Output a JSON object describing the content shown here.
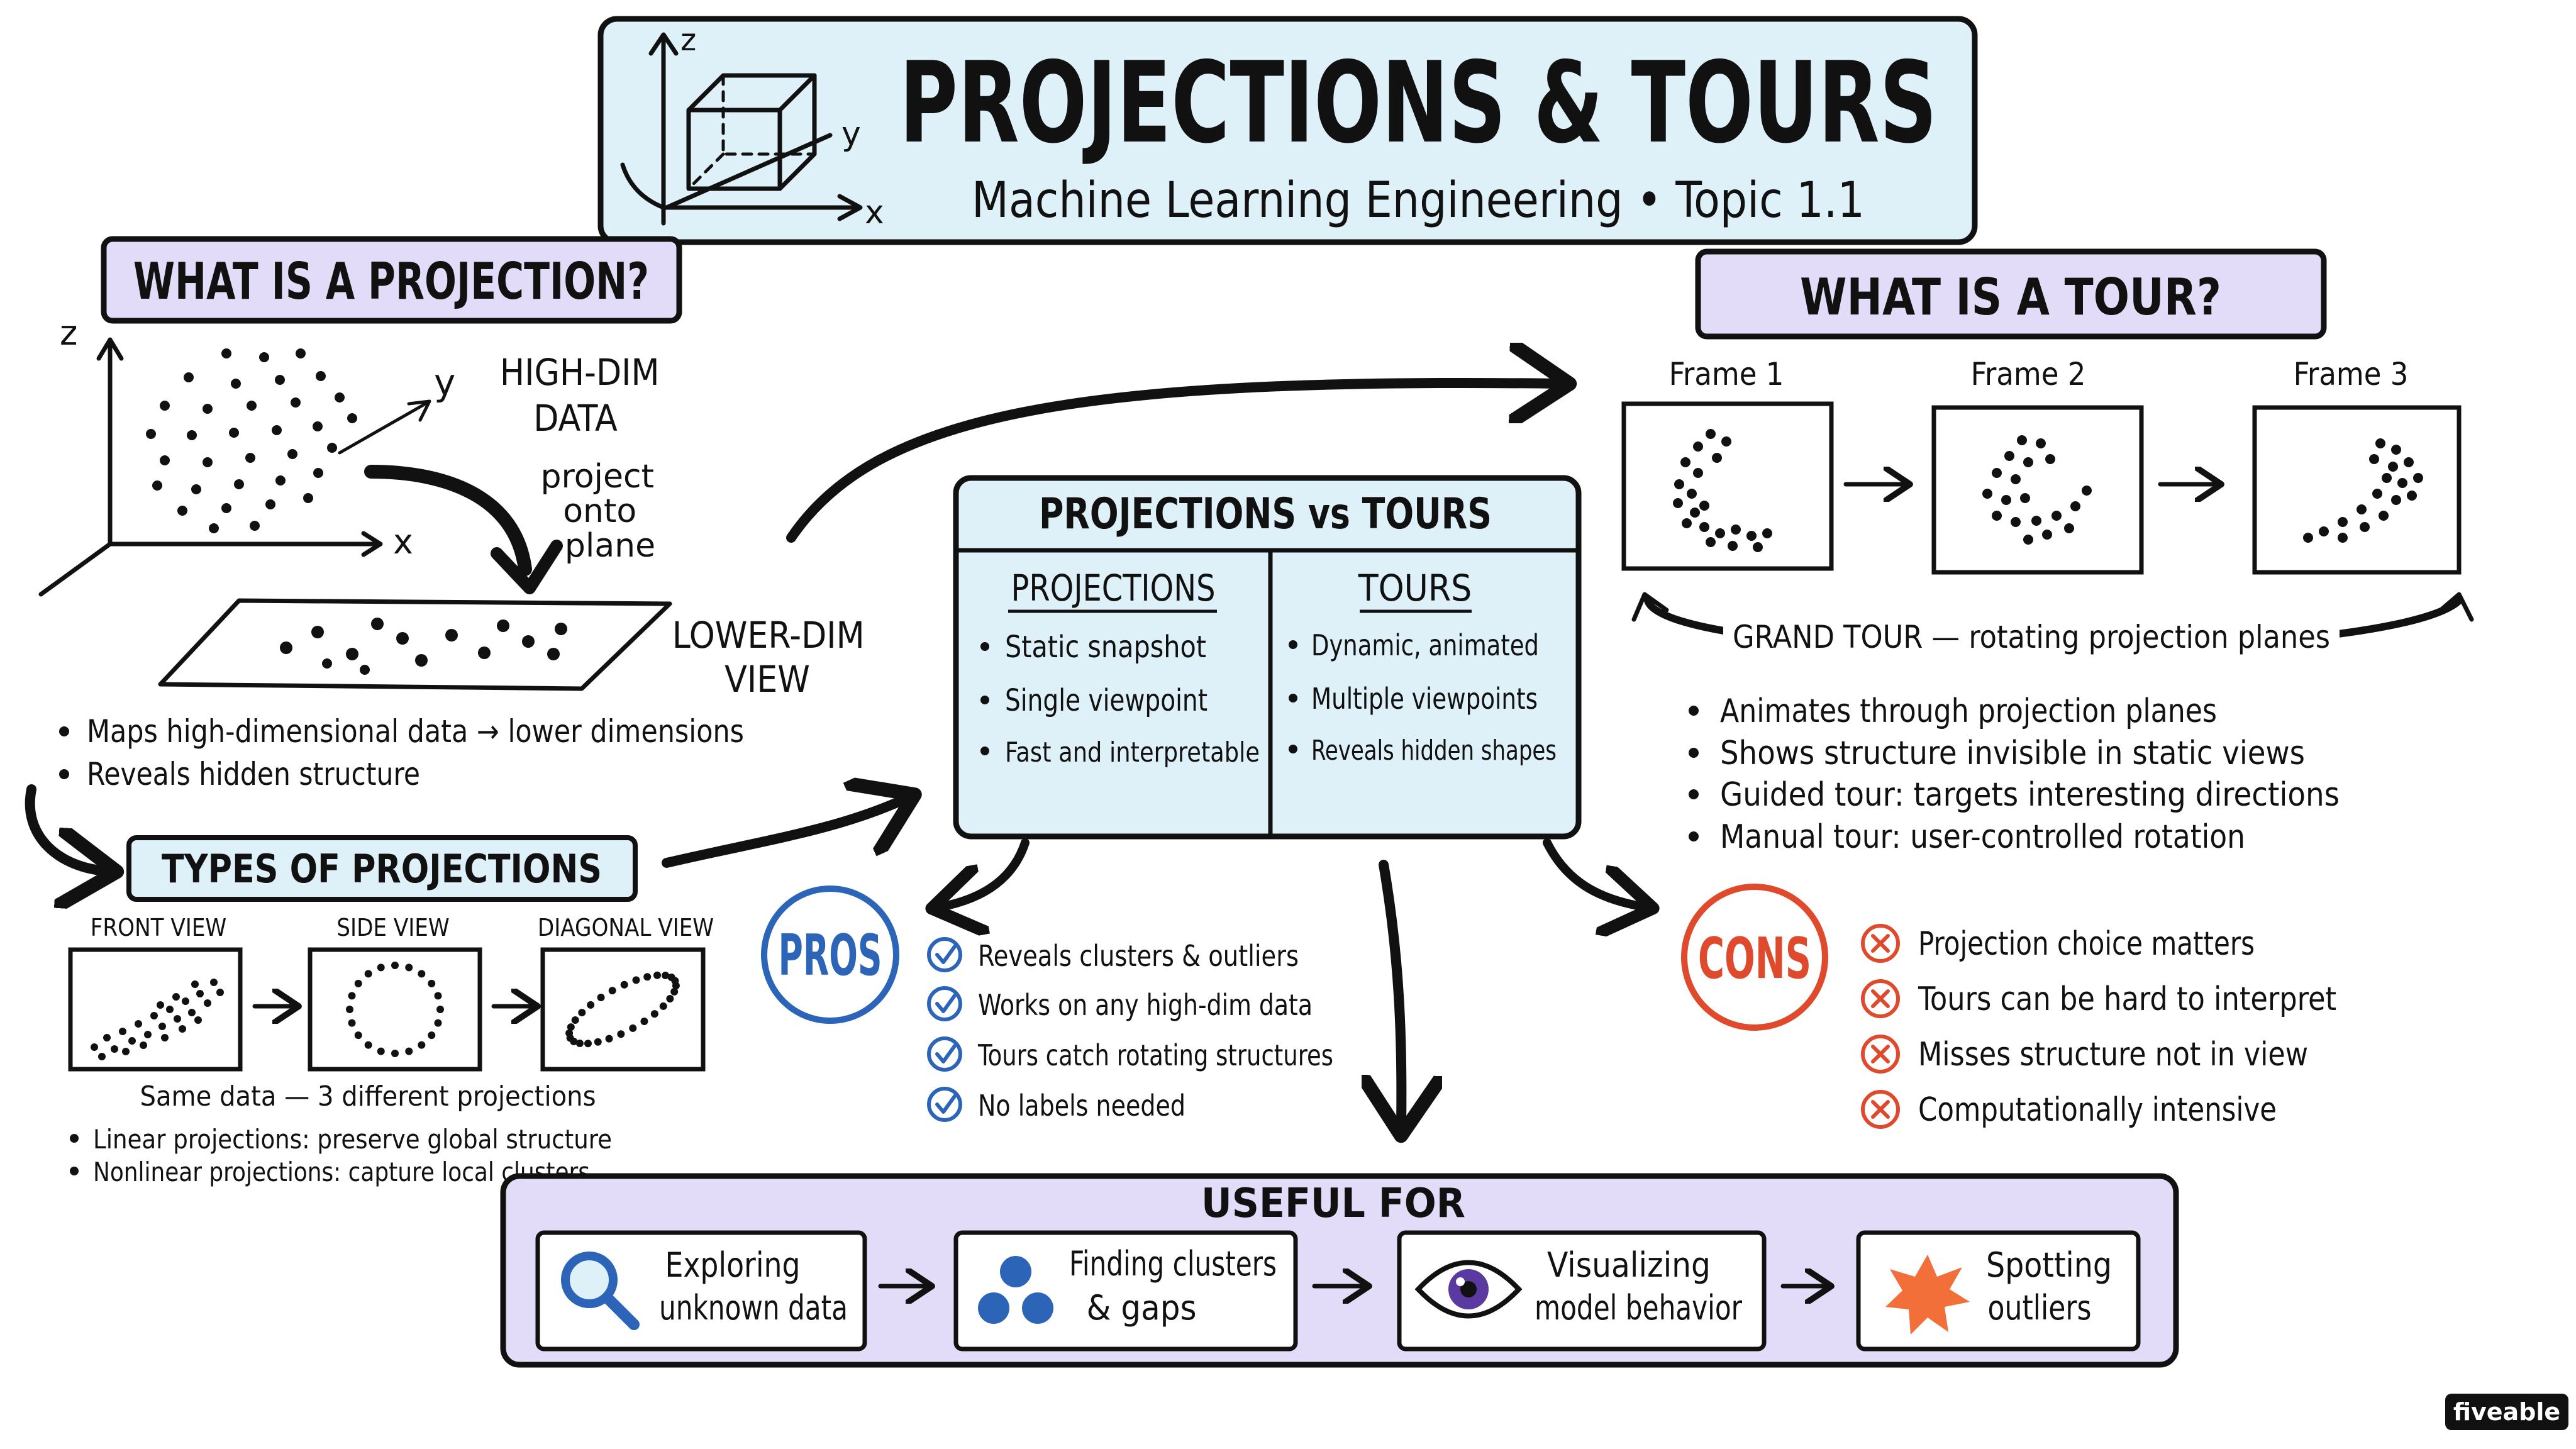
{
  "header": {
    "title": "PROJECTIONS & TOURS",
    "subtitle": "Machine Learning Engineering • Topic 1.1",
    "axis_x": "x",
    "axis_y": "y",
    "axis_z": "z"
  },
  "projection": {
    "heading": "WHAT IS A PROJECTION?",
    "axis_x": "x",
    "axis_y": "y",
    "axis_z": "z",
    "high_dim_label": [
      "HIGH-DIM",
      "DATA"
    ],
    "project_label": [
      "project",
      "onto",
      "plane"
    ],
    "lower_dim_label": [
      "LOWER-DIM",
      "VIEW"
    ],
    "bullets": [
      "Maps high-dimensional data → lower dimensions",
      "Reveals hidden structure"
    ]
  },
  "types": {
    "heading": "TYPES OF PROJECTIONS",
    "views": [
      "FRONT VIEW",
      "SIDE VIEW",
      "DIAGONAL VIEW"
    ],
    "caption": "Same data — 3 different projections",
    "bullets": [
      "Linear projections: preserve global structure",
      "Nonlinear projections: capture local clusters"
    ]
  },
  "compare": {
    "title": "PROJECTIONS vs TOURS",
    "left_heading": "PROJECTIONS",
    "left_items": [
      "Static snapshot",
      "Single viewpoint",
      "Fast and interpretable"
    ],
    "right_heading": "TOURS",
    "right_items": [
      "Dynamic, animated",
      "Multiple viewpoints",
      "Reveals hidden shapes"
    ]
  },
  "tour": {
    "heading": "WHAT IS A TOUR?",
    "frames": [
      "Frame 1",
      "Frame 2",
      "Frame 3"
    ],
    "grand_tour": "GRAND TOUR — rotating projection planes",
    "bullets": [
      "Animates through projection planes",
      "Shows structure invisible in static views",
      "Guided tour: targets interesting directions",
      "Manual tour: user-controlled rotation"
    ]
  },
  "pros": {
    "label": "PROS",
    "items": [
      "Reveals clusters & outliers",
      "Works on any high-dim data",
      "Tours catch rotating structures",
      "No labels needed"
    ],
    "color": "#2c64b8"
  },
  "cons": {
    "label": "CONS",
    "items": [
      "Projection choice matters",
      "Tours can be hard to interpret",
      "Misses structure not in view",
      "Computationally intensive"
    ],
    "color": "#e04a2c"
  },
  "useful": {
    "heading": "USEFUL FOR",
    "items": [
      {
        "line1": "Exploring",
        "line2": "unknown data",
        "icon": "magnifier-icon"
      },
      {
        "line1": "Finding clusters",
        "line2": "& gaps",
        "icon": "clusters-icon"
      },
      {
        "line1": "Visualizing",
        "line2": "model behavior",
        "icon": "eye-icon"
      },
      {
        "line1": "Spotting",
        "line2": "outliers",
        "icon": "starburst-icon"
      }
    ]
  },
  "brand": "fiveable",
  "colors": {
    "light_blue": "#dff1f8",
    "lavender": "#e3dcf8",
    "blue": "#2c64b8",
    "red": "#e04a2c",
    "orange": "#f36f3a",
    "eye_purple": "#5a3aa0"
  }
}
